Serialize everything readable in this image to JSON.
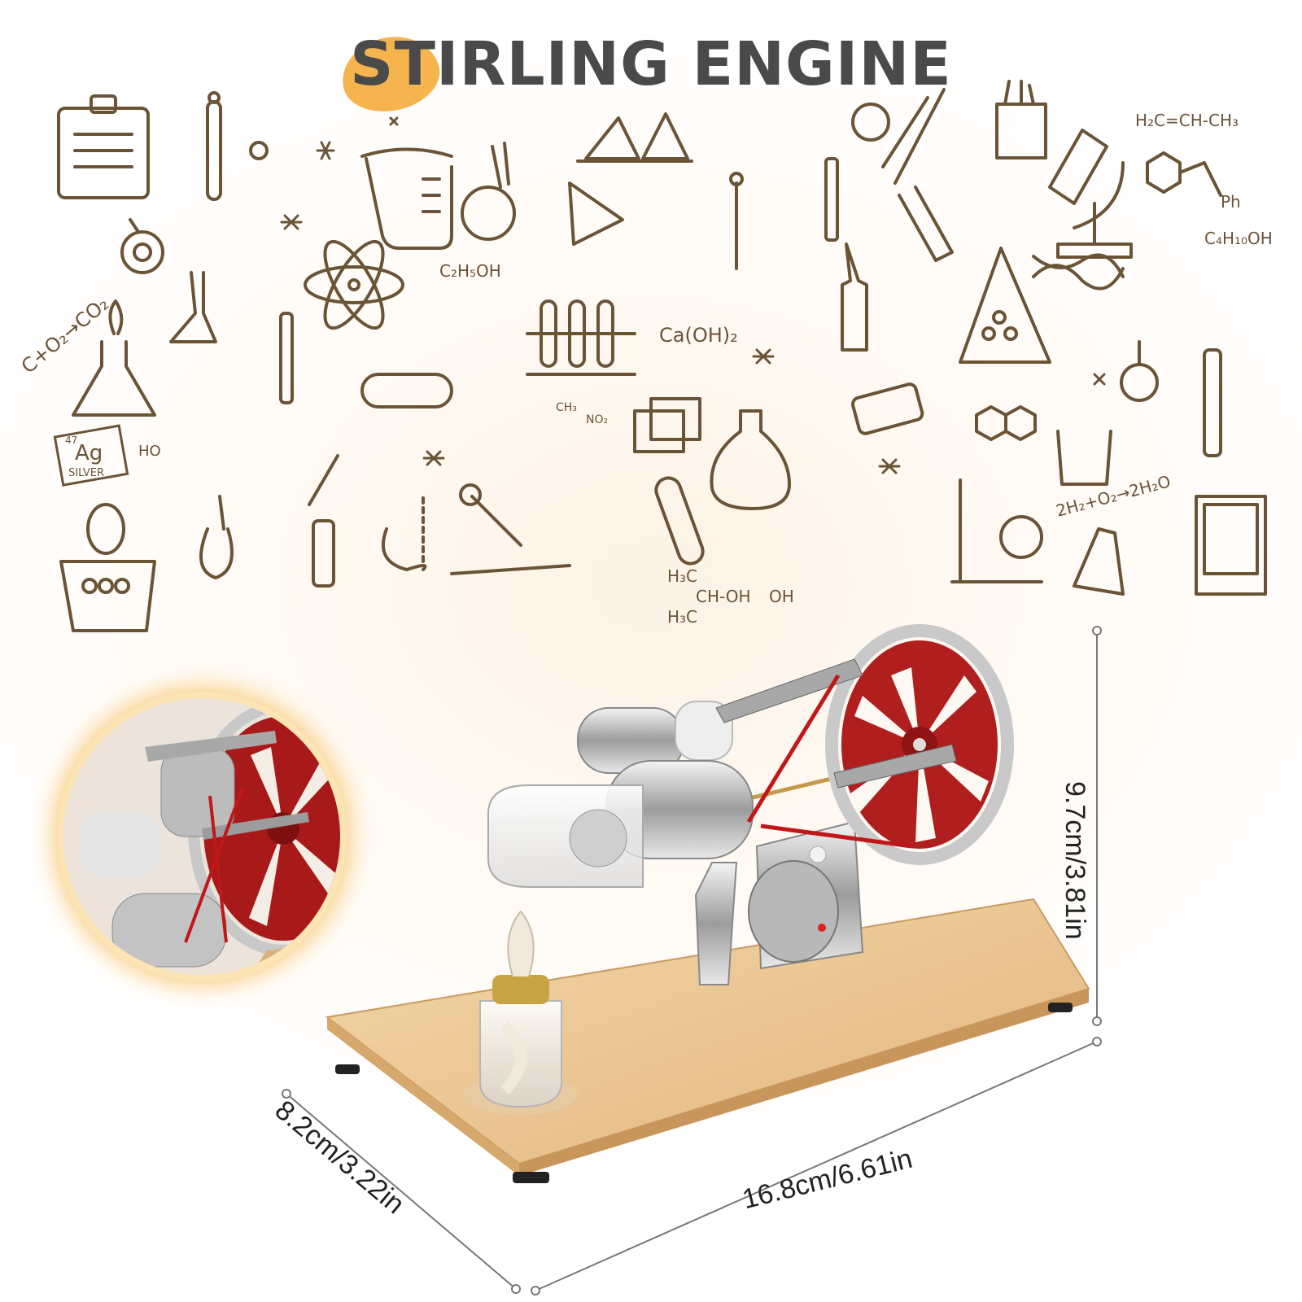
{
  "title": "STIRLING ENGINE",
  "doodle_labels": {
    "c1": "H₂C=CH-CH₃",
    "c2": "C+O₂→CO₂",
    "c3": "C₂H₅OH",
    "c4": "Ca(OH)₂",
    "c5": "C₄H₁₀OH",
    "c6": "2H₂+O₂→2H₂O",
    "c7": "Ag",
    "c8": "SILVER",
    "c9": "47",
    "c10": "H₃C",
    "c11": "CH-OH",
    "c12": "OH",
    "c13": "Ph",
    "c14": "NO₂",
    "c15": "CH₃",
    "c16": "HO"
  },
  "dimensions": {
    "height": "9.7cm/3.81in",
    "length": "16.8cm/6.61in",
    "depth": "8.2cm/3.22in"
  },
  "colors": {
    "accent": "#f6b44f",
    "flywheel": "#b01e1e",
    "wood": "#e9c796",
    "ink": "#6b5436"
  }
}
